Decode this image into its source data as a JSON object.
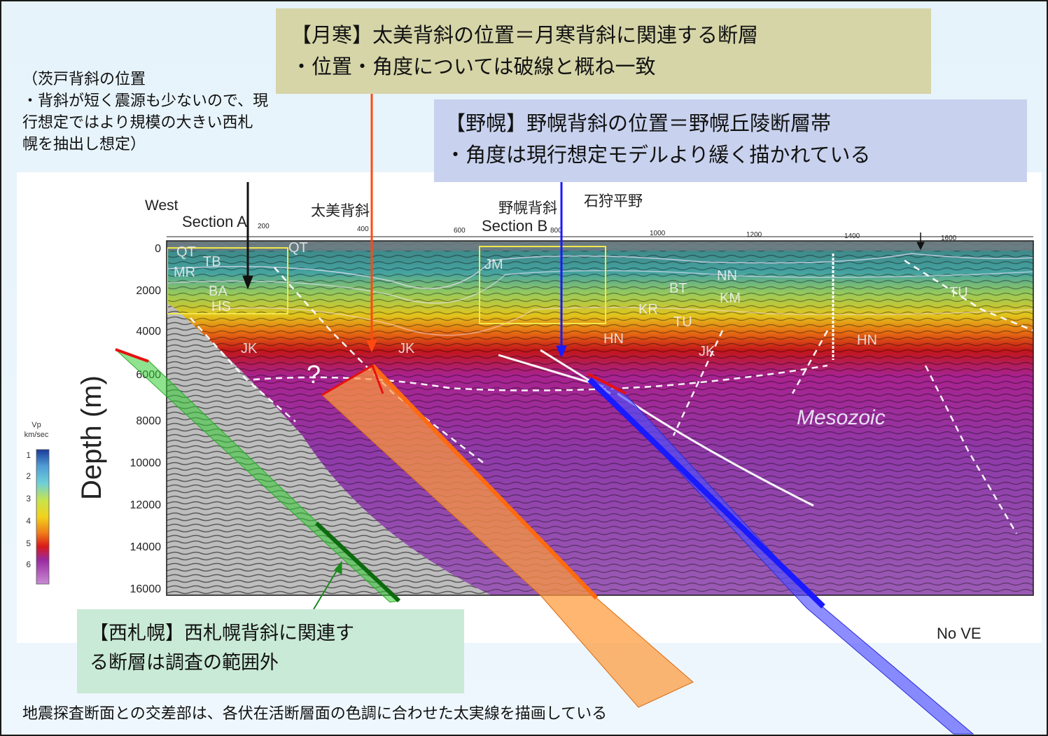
{
  "callouts": {
    "tsukisamu": {
      "line1": "【月寒】太美背斜の位置＝月寒背斜に関連する断層",
      "line2": "・位置・角度については破線と概ね一致"
    },
    "nopporo": {
      "line1": "【野幌】野幌背斜の位置＝野幌丘陵断層帯",
      "line2": "・角度は現行想定モデルより緩く描かれている"
    },
    "barato": {
      "line1": "（茨戸背斜の位置",
      "line2": "・背斜が短く震源も少ないので、現",
      "line3": "行想定ではより規模の大きい西札",
      "line4": "幌を抽出し想定）"
    },
    "nishi_sapporo": {
      "line1": "【西札幌】西札幌背斜に関連す",
      "line2": "る断層は調査の範囲外"
    },
    "footnote": "地震探査断面との交差部は、各伏在活断層面の色調に合わせた太実線を描画している"
  },
  "section": {
    "west_label": "West",
    "section_a": "Section A",
    "section_b": "Section B",
    "taibi": "太美背斜",
    "nopporo": "野幌背斜",
    "ishikari": "石狩平野",
    "depth_label": "Depth (m)",
    "no_ve": "No VE",
    "mesozoic": "Mesozoic",
    "question": "?",
    "distance_ticks": [
      "200",
      "400",
      "600",
      "800",
      "1000",
      "1200",
      "1400",
      "1600"
    ],
    "depth_ticks": [
      "0",
      "2000",
      "4000",
      "6000",
      "8000",
      "10000",
      "12000",
      "14000",
      "16000"
    ],
    "unit_labels": [
      "QT",
      "TB",
      "MR",
      "BA",
      "HS",
      "QT",
      "JK",
      "JK",
      "JM",
      "BT",
      "NN",
      "KM",
      "KR",
      "TU",
      "HN",
      "JK",
      "HN",
      "TU"
    ]
  },
  "vp_scale": {
    "title_line1": "Vp",
    "title_line2": "km/sec",
    "ticks": [
      "1",
      "2",
      "3",
      "4",
      "5",
      "6"
    ]
  },
  "colors": {
    "tsukisamu_fault": "#ff7a1a",
    "nopporo_fault": "#2a2aff",
    "nishi_sapporo_fault": "#33cc33",
    "intersection_red": "#e81010"
  }
}
